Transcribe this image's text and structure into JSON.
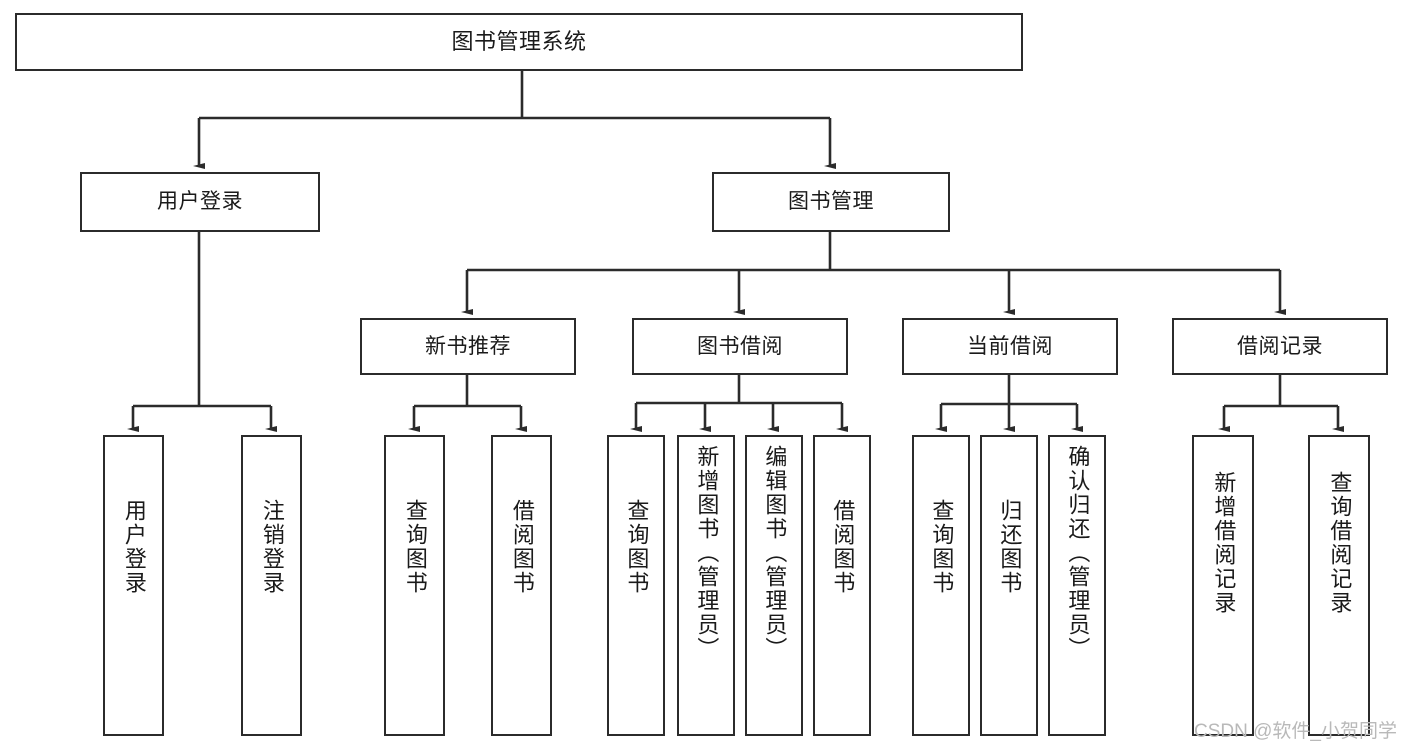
{
  "diagram": {
    "type": "tree-hierarchy",
    "title": "图书管理系统",
    "orientation": "top-down",
    "colors": {
      "box_border": "#2b2b2b",
      "box_fill": "#ffffff",
      "connector": "#2b2b2b",
      "text": "#1a1a1a",
      "watermark": "#b9b9b9",
      "background": "#ffffff"
    },
    "nodes": {
      "root": {
        "label": "图书管理系统",
        "level": 1
      },
      "level2": [
        {
          "id": "user-login",
          "label": "用户登录"
        },
        {
          "id": "book-manage",
          "label": "图书管理"
        }
      ],
      "level3": [
        {
          "id": "new-book-recommend",
          "label": "新书推荐",
          "parent": "book-manage"
        },
        {
          "id": "book-borrow",
          "label": "图书借阅",
          "parent": "book-manage"
        },
        {
          "id": "current-borrow",
          "label": "当前借阅",
          "parent": "book-manage"
        },
        {
          "id": "borrow-record",
          "label": "借阅记录",
          "parent": "book-manage"
        }
      ],
      "leaves": {
        "user-login": [
          {
            "id": "leaf-user-login",
            "label": "用户登录"
          },
          {
            "id": "leaf-logout",
            "label": "注销登录"
          }
        ],
        "new-book-recommend": [
          {
            "id": "leaf-query-book-1",
            "label": "查询图书"
          },
          {
            "id": "leaf-borrow-book-1",
            "label": "借阅图书"
          }
        ],
        "book-borrow": [
          {
            "id": "leaf-query-book-2",
            "label": "查询图书"
          },
          {
            "id": "leaf-add-book",
            "label": "新增图书（管理员）"
          },
          {
            "id": "leaf-edit-book",
            "label": "编辑图书（管理员）"
          },
          {
            "id": "leaf-borrow-book-2",
            "label": "借阅图书"
          }
        ],
        "current-borrow": [
          {
            "id": "leaf-query-book-3",
            "label": "查询图书"
          },
          {
            "id": "leaf-return-book",
            "label": "归还图书"
          },
          {
            "id": "leaf-confirm-return",
            "label": "确认归还（管理员）"
          }
        ],
        "borrow-record": [
          {
            "id": "leaf-add-record",
            "label": "新增借阅记录"
          },
          {
            "id": "leaf-query-record",
            "label": "查询借阅记录"
          }
        ]
      }
    }
  },
  "watermark": {
    "text": "CSDN @软件_小贺同学"
  }
}
